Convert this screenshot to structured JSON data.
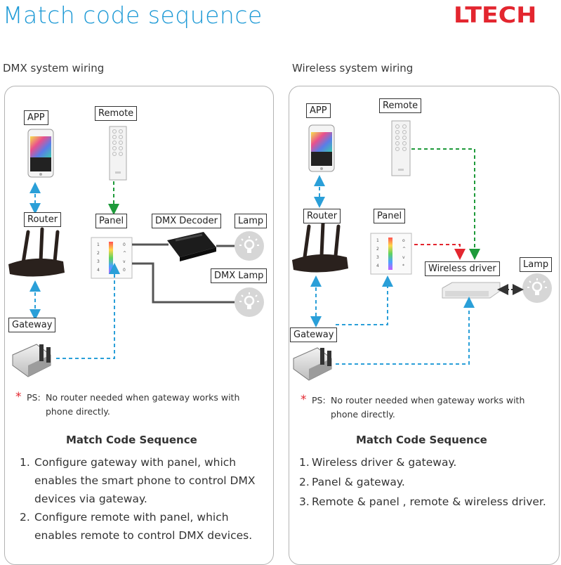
{
  "header": {
    "title": "Match code sequence",
    "brand": "LTECH"
  },
  "colors": {
    "accent": "#1e9ad6",
    "brand": "#e3262f",
    "wire_blue": "#2a9fd8",
    "wire_green": "#1e9a3a",
    "wire_red": "#e3262f"
  },
  "dmx": {
    "section_title": "DMX system wiring",
    "labels": {
      "app": "APP",
      "remote": "Remote",
      "router": "Router",
      "panel": "Panel",
      "dmx_decoder": "DMX Decoder",
      "lamp": "Lamp",
      "dmx_lamp": "DMX Lamp",
      "gateway": "Gateway"
    },
    "ps_prefix": "PS:",
    "ps_text": "No router needed when gateway works with phone directly.",
    "heading": "Match Code Sequence",
    "steps": [
      {
        "num": "1.",
        "text": "Configure gateway with panel, which enables the smart phone to control DMX devices via gateway."
      },
      {
        "num": "2.",
        "text": "Configure remote with panel, which enables remote to control DMX devices."
      }
    ]
  },
  "wireless": {
    "section_title": "Wireless system wiring",
    "labels": {
      "app": "APP",
      "remote": "Remote",
      "router": "Router",
      "panel": "Panel",
      "wireless_driver": "Wireless driver",
      "lamp": "Lamp",
      "gateway": "Gateway"
    },
    "ps_prefix": "PS:",
    "ps_text": "No router needed when gateway works with phone directly.",
    "heading": "Match Code Sequence",
    "steps": [
      {
        "num": "1.",
        "text": "Wireless driver & gateway."
      },
      {
        "num": "2.",
        "text": "Panel & gateway."
      },
      {
        "num": "3.",
        "text": "Remote & panel , remote & wireless driver."
      }
    ]
  },
  "panel_keys": {
    "left": [
      "1",
      "2",
      "3",
      "4"
    ],
    "right_dmx": [
      "0",
      "^",
      "v",
      "0"
    ]
  }
}
